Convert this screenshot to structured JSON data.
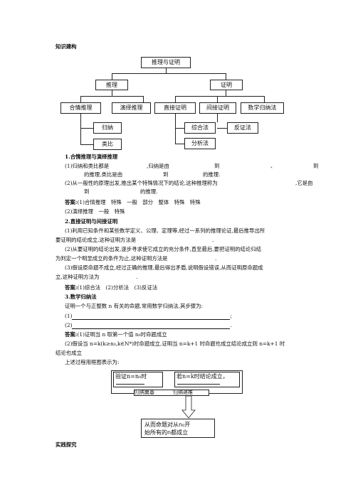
{
  "heading_top": "知识建构",
  "diagram1": {
    "root": "推理与证明",
    "reasoning": "推理",
    "proof": "证明",
    "plausible": "合情推理",
    "deductive": "演绎推理",
    "direct": "直接证明",
    "indirect": "间接证明",
    "induction_math": "数学归纳法",
    "inductive": "归纳",
    "analogy": "类比",
    "synthesis": "综合法",
    "analysis": "分析法",
    "contradiction": "反证法"
  },
  "sec1": {
    "title": "1.合情推理与演绎推理",
    "l1a": "(1)归纳和类比都是",
    "l1b": ",归纳是由",
    "l1c": "到",
    "l1d": "、",
    "l1e": "到",
    "l2a": "的推理,类比是由",
    "l2b": "到",
    "l2c": "的推理.",
    "l3a": "(2)从一般性的原理出发,推出某个特殊情况下的结论,这种推理称为",
    "l3b": ",它是由",
    "l4a": "到",
    "l4b": "的推理.",
    "ans_label": "答案:",
    "ans1": "(1)合情推理　特殊　一般　部分　整体　特殊　特殊",
    "ans2": "(2)演绎推理　一般　特殊"
  },
  "sec2": {
    "title": "2.直接证明与间接证明",
    "p1a": "(1)利用已知条件和某些数学定义、公理、定理等,经过一系列的推理论证,最后推导出所",
    "p1b": "要证明的结论成立,这种证明方法是",
    "p1c": ".",
    "p2a": "(2)从要证明的结论出发,逐步寻求使它成立的充分条件,直至最后,要把证明的结论归结",
    "p2b": "为判定一个明显成立的条件为止,这种证明方法是",
    "p2c": ".",
    "p3a": "(3)假设原命题不成立,经过正确的推理,最后得出矛盾,说明假设错误,从而证明原命题成",
    "p3b": "立,这种证明方法为",
    "p3c": ".",
    "ans_label": "答案:",
    "ans": "(1)综合法　(2)分析法　(3)反证法"
  },
  "sec3": {
    "title": "3.数学归纳法",
    "intro": "证明一个与正整数 n 有关的命题,常用数学归纳法,其步骤为:",
    "s1": "(1)",
    "s1end": ";",
    "s2": "(2)",
    "s2end": ".",
    "ans_label": "答案:",
    "ans1": "(1)证明当 n 取第一个值 n₀时命题成立",
    "ans2a": "(2)假设当 n=k(k≥n₀,k∈N*)时命题成立,证明当 n=k+1 时命题也成立结论成立则 n=k+1 时",
    "ans2b": "结论也成立",
    "flow_intro": "上述过程用框图表示为:"
  },
  "diagram2": {
    "left": "验证n=n₀时",
    "right": "若n=k时结论成立，",
    "label_left": "归纳奠基",
    "label_right": "归纳递推",
    "bottom1": "从而命题对从n₀开",
    "bottom2": "始所有的n都成立"
  },
  "heading_bottom": "实践探究"
}
